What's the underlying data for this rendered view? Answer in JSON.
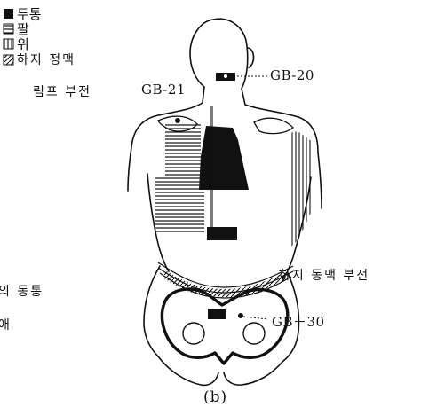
{
  "legend": [
    {
      "label": "두통",
      "swatch": "solid"
    },
    {
      "label": "팔",
      "swatch": "horizontal-lines"
    },
    {
      "label": "위",
      "swatch": "vertical-lines"
    },
    {
      "label": "하지 정맥",
      "swatch": "diagonal-lines"
    }
  ],
  "legend_line2": "림프 부전",
  "points": {
    "gb21": "GB-21",
    "gb20": "GB-20",
    "gb30": "GB－30"
  },
  "annotations": {
    "arterial": "하지 동맥 부전",
    "left_cut_1": "의 동통",
    "left_cut_2": "애"
  },
  "caption": "(b)",
  "colors": {
    "ink": "#111111",
    "paper": "#ffffff"
  }
}
